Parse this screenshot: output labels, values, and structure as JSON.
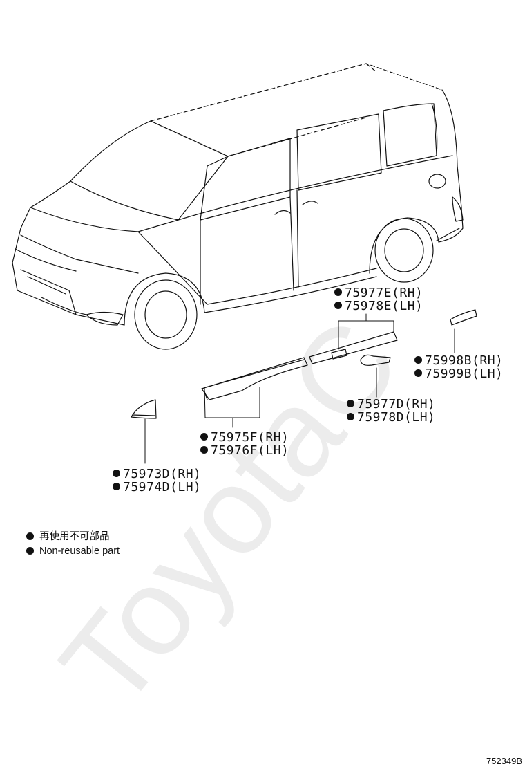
{
  "callouts": [
    {
      "lines": [
        "75977E(RH)",
        "75978E(LH)"
      ]
    },
    {
      "lines": [
        "75998B(RH)",
        "75999B(LH)"
      ]
    },
    {
      "lines": [
        "75977D(RH)",
        "75978D(LH)"
      ]
    },
    {
      "lines": [
        "75975F(RH)",
        "75976F(LH)"
      ]
    },
    {
      "lines": [
        "75973D(RH)",
        "75974D(LH)"
      ]
    }
  ],
  "legend": {
    "line1": "再使用不可部品",
    "line2": "Non-reusable part"
  },
  "diagram_id": "752349B",
  "watermark": "ToyotaC",
  "colors": {
    "line": "#111111",
    "watermark": "#ececec"
  }
}
